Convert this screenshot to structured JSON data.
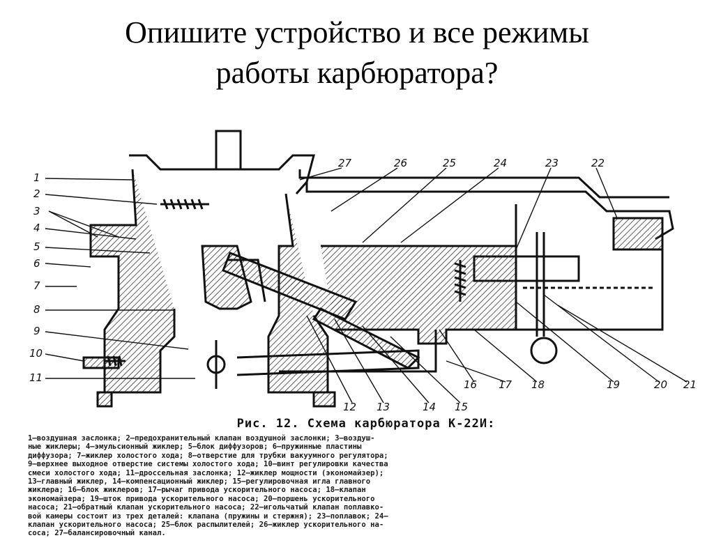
{
  "slide": {
    "title_line1": "Опишите  устройство и все режимы",
    "title_line2": "работы карбюратора?"
  },
  "figure": {
    "callouts_left": [
      "1",
      "2",
      "3",
      "4",
      "5",
      "6",
      "7",
      "8",
      "9",
      "10",
      "11"
    ],
    "callouts_top": [
      "27",
      "26",
      "25",
      "24",
      "23",
      "22"
    ],
    "callouts_bottom": [
      "12",
      "13",
      "14",
      "15",
      "16",
      "17",
      "18",
      "19",
      "20",
      "21"
    ],
    "caption": "Рис. 12. Схема карбюратора К-22И:",
    "legend_lines": [
      "1—воздушная заслонка; 2—предохранительный клапан воздушной заслонки; 3—воздуш-",
      "ные жиклеры; 4—эмульсионный жиклер; 5—блок диффузоров; 6—пружинные пластины",
      "диффузора; 7—жиклер холостого хода; 8—отверстие для трубки вакуумного регулятора;",
      "9—верхнее выходное отверстие системы холостого хода; 10—винт регулировки качества",
      "смеси холостого хода; 11—дроссельная заслонка; 12—жиклер мощности (экономайзер);",
      "13—главный жиклер, 14—компенсационный жиклер; 15—регулировочная игла главного",
      "жиклера; 16—блок жиклеров; 17—рычаг привода ускорительного насоса; 18—клапан",
      "экономайзера; 19—шток привода ускорительного насоса; 20—поршень ускорительного",
      "насоса; 21—обратный клапан ускорительного насоса; 22—игольчатый клапан поплавко-",
      "вой камеры состоит из трех деталей: клапана (пружины и стержня); 23—поплавок; 24—",
      "клапан ускорительного насоса; 25—блок распылителей; 26—жиклер ускорительного на-",
      "соса; 27—балансировочный канал."
    ]
  },
  "colors": {
    "ink": "#111111",
    "hatch": "#333333",
    "background": "#ffffff"
  }
}
